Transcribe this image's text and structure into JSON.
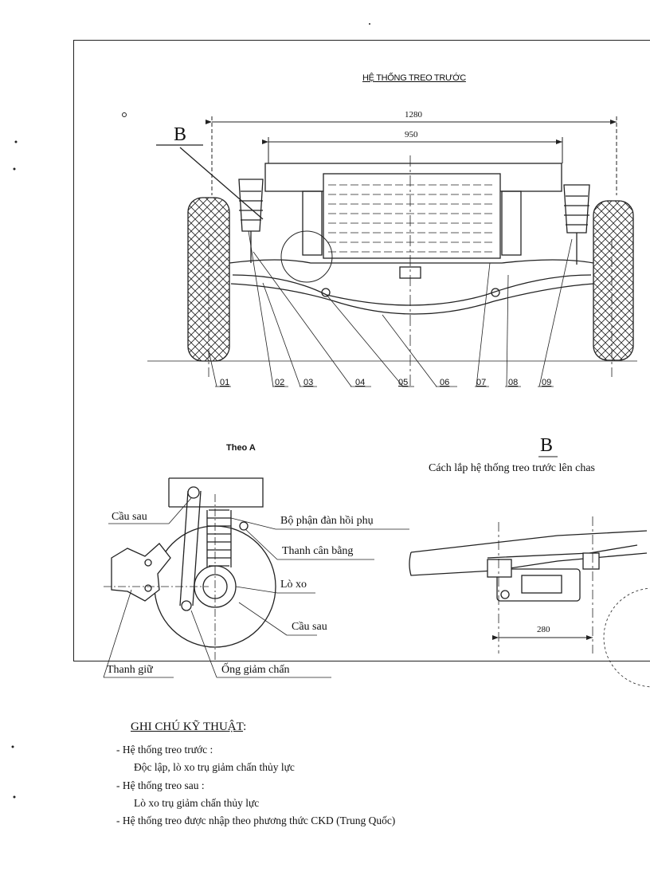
{
  "title": "HỆ THỐNG TREO TRƯỚC",
  "dimensions": {
    "overall": "1280",
    "inner": "950",
    "mount": "280"
  },
  "view_label": "B",
  "part_numbers": [
    "01",
    "02",
    "03",
    "04",
    "05",
    "06",
    "07",
    "08",
    "09"
  ],
  "theo_a": {
    "heading": "Theo A",
    "labels": {
      "cau_sau_left": "Cầu sau",
      "bo_phan": "Bộ phận đàn hồi phụ",
      "thanh_can_bang": "Thanh cân bằng",
      "lo_xo": "Lò xo",
      "cau_sau_right": "Cầu sau",
      "thanh_giu": "Thanh giữ",
      "ong_giam_chan": "Ống giảm chấn"
    }
  },
  "detail_b": {
    "letter": "B",
    "caption": "Cách lắp hệ thống treo trước lên chas"
  },
  "notes": {
    "heading": "GHI CHÚ KỸ THUẬT",
    "heading_suffix": ":",
    "lines": [
      "- Hệ thống treo trước :",
      "Độc lập, lò xo trụ giảm chấn thủy lực",
      "- Hệ thống treo sau :",
      "Lò xo trụ giảm chấn thủy lực",
      "- Hệ thống treo được nhập theo phương thức CKD (Trung Quốc)"
    ]
  }
}
